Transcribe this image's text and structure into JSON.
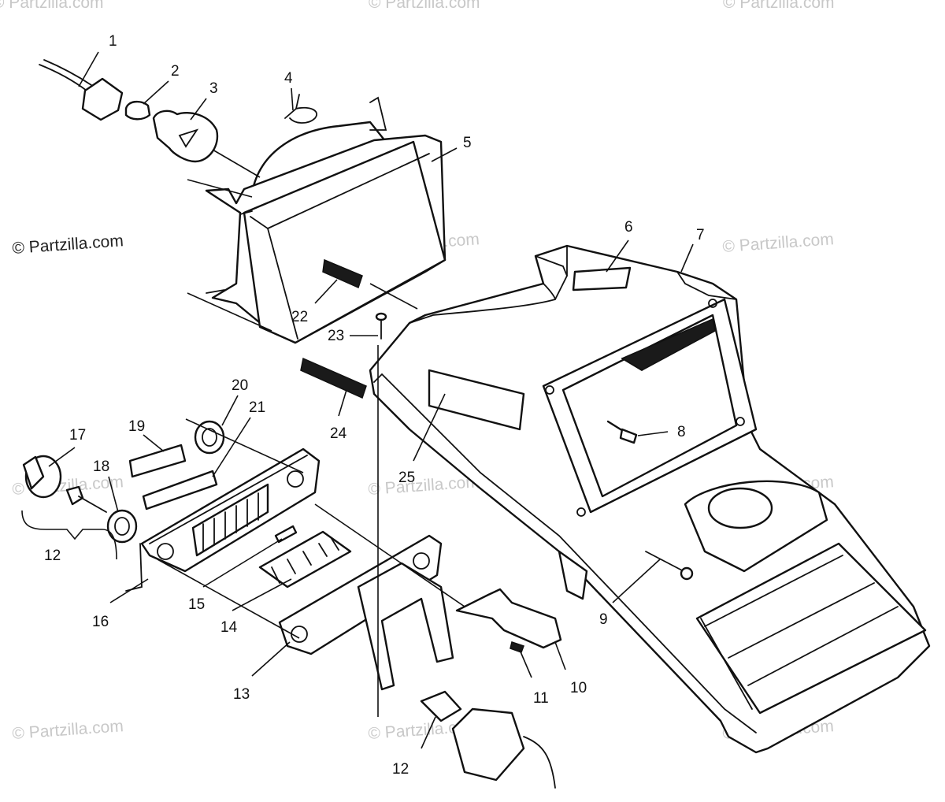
{
  "watermarks": {
    "text": "© Partzilla.com",
    "prominent": "© Partzilla.com"
  },
  "callouts": {
    "c1": "1",
    "c2": "2",
    "c3": "3",
    "c4": "4",
    "c5": "5",
    "c6": "6",
    "c7": "7",
    "c8": "8",
    "c9": "9",
    "c10": "10",
    "c11": "11",
    "c12a": "12",
    "c12b": "12",
    "c13": "13",
    "c14": "14",
    "c15": "15",
    "c16": "16",
    "c17": "17",
    "c18": "18",
    "c19": "19",
    "c20": "20",
    "c21": "21",
    "c22": "22",
    "c23": "23",
    "c24": "24",
    "c25": "25"
  },
  "colors": {
    "ink": "#111111",
    "watermark": "#c8c8c8",
    "background": "#ffffff"
  }
}
